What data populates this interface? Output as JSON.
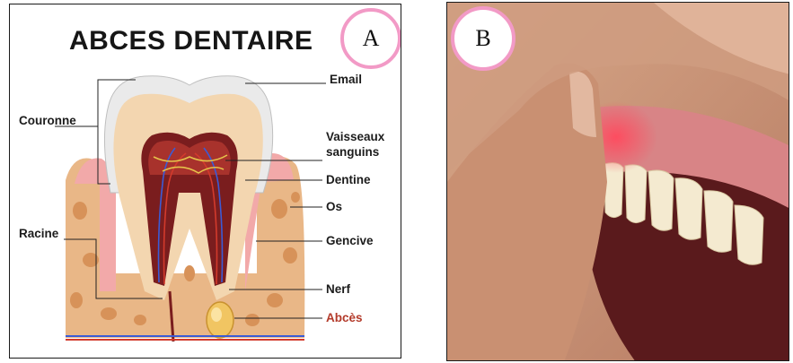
{
  "panel_a": {
    "title": "ABCES DENTAIRE",
    "badge": "A",
    "labels": {
      "email": "Email",
      "couronne": "Couronne",
      "vaisseaux": "Vaisseaux",
      "sanguins": "sanguins",
      "dentine": "Dentine",
      "os": "Os",
      "racine": "Racine",
      "gencive": "Gencive",
      "nerf": "Nerf",
      "abces": "Abcès"
    }
  },
  "panel_b": {
    "badge": "B"
  },
  "colors": {
    "badge_border": "#f29ac6",
    "abces_label": "#b33a2a",
    "inflamed_gum": "#ff5a6e"
  }
}
